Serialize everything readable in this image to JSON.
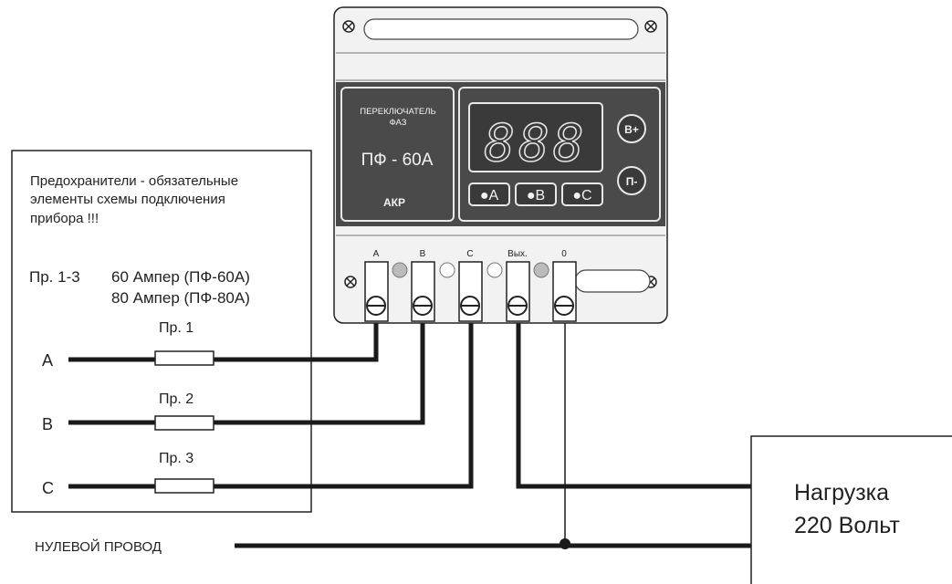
{
  "note": {
    "lines": [
      "Предохранители - обязательные",
      "элементы схемы подключения",
      "прибора !!!"
    ],
    "rating_prefix": "Пр. 1-3",
    "rating_line1": "60 Ампер (ПФ-60А)",
    "rating_line2": "80 Ампер (ПФ-80А)"
  },
  "phases": [
    {
      "label": "A",
      "fuse": "Пр. 1"
    },
    {
      "label": "B",
      "fuse": "Пр. 2"
    },
    {
      "label": "C",
      "fuse": "Пр. 3"
    }
  ],
  "neutral_label": "НУЛЕВОЙ  ПРОВОД",
  "load": {
    "line1": "Нагрузка",
    "line2": "220 Вольт"
  },
  "device": {
    "title_line1": "ПЕРЕКЛЮЧАТЕЛЬ",
    "title_line2": "ФАЗ",
    "model": "ПФ - 60А",
    "brand": "АКР",
    "display": "888",
    "phase_leds": [
      "●A",
      "●B",
      "●C"
    ],
    "button_up": "В+",
    "button_down": "П-",
    "terminals": [
      "A",
      "B",
      "C",
      "Вых.",
      "0"
    ]
  },
  "colors": {
    "panel": "#4a4a4a",
    "body": "#f2f2f2",
    "wire": "#1a1a1a"
  }
}
